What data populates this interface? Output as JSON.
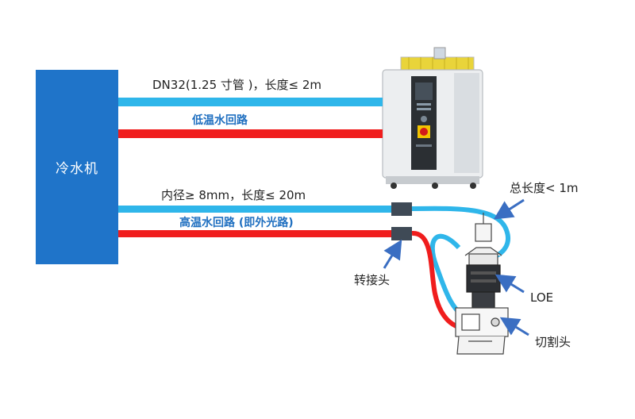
{
  "chiller": {
    "label": "冷水机"
  },
  "labels": {
    "pipe_spec_top": "DN32(1.25 寸管 )，长度≤ 2m",
    "low_temp_loop": "低温水回路",
    "pipe_spec_bottom": "内径≥ 8mm，长度≤ 20m",
    "high_temp_loop": "高温水回路 (即外光路)",
    "total_length": "总长度< 1m",
    "adapter": "转接头",
    "loe": "LOE",
    "cutting_head": "切割头"
  },
  "colors": {
    "chiller_blue": "#1f74c9",
    "pipe_blue": "#2fb6ea",
    "pipe_red": "#f01d1d",
    "arrow_blue": "#3a6ec2",
    "label_blue": "#1f6fc0"
  }
}
